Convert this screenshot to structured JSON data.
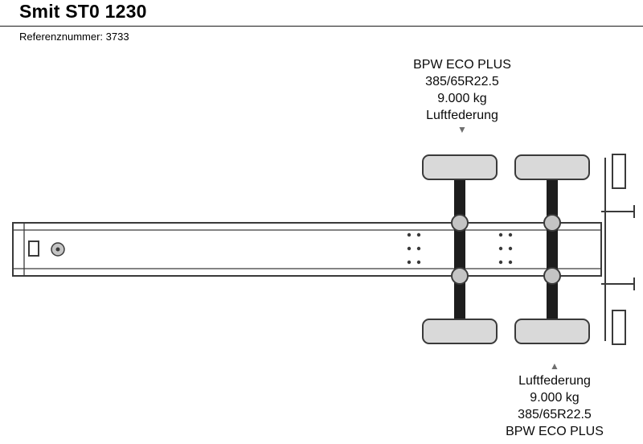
{
  "page": {
    "title": "Smit ST0 1230",
    "reference": "Referenznummer: 3733"
  },
  "top_annotation": {
    "lines": [
      "BPW ECO PLUS",
      "385/65R22.5",
      "9.000 kg",
      "Luftfederung"
    ],
    "arrow": "▼"
  },
  "bottom_annotation": {
    "arrow": "▲",
    "lines": [
      "Luftfederung",
      "9.000 kg",
      "385/65R22.5",
      "BPW ECO PLUS"
    ]
  },
  "diagram": {
    "description": "trailer-chassis-top-view",
    "colors": {
      "background": "#ffffff",
      "line": "#3a3a3a",
      "axle": "#1d1d1d",
      "wheel_fill": "#d9d9d9",
      "hub_fill": "#c4c4c4",
      "arrow": "#6e6e6e"
    }
  }
}
